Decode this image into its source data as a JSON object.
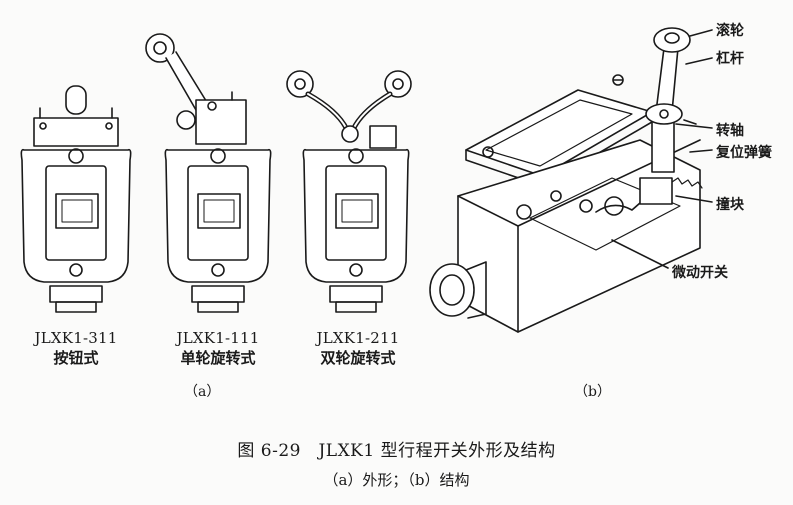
{
  "switches": [
    {
      "model": "JLXK1-311",
      "type": "按钮式"
    },
    {
      "model": "JLXK1-111",
      "type": "单轮旋转式"
    },
    {
      "model": "JLXK1-211",
      "type": "双轮旋转式"
    }
  ],
  "panel_a": "（a）",
  "panel_b": "（b）",
  "parts": {
    "roller": "滚轮",
    "lever": "杠杆",
    "shaft": "转轴",
    "spring": "复位弹簧",
    "striker": "撞块",
    "microswitch": "微动开关"
  },
  "caption": "图 6-29　JLXK1 型行程开关外形及结构",
  "subcaption": "（a）外形；（b）结构",
  "colors": {
    "ink": "#1a1a1a",
    "paper": "#fbfbfa"
  }
}
